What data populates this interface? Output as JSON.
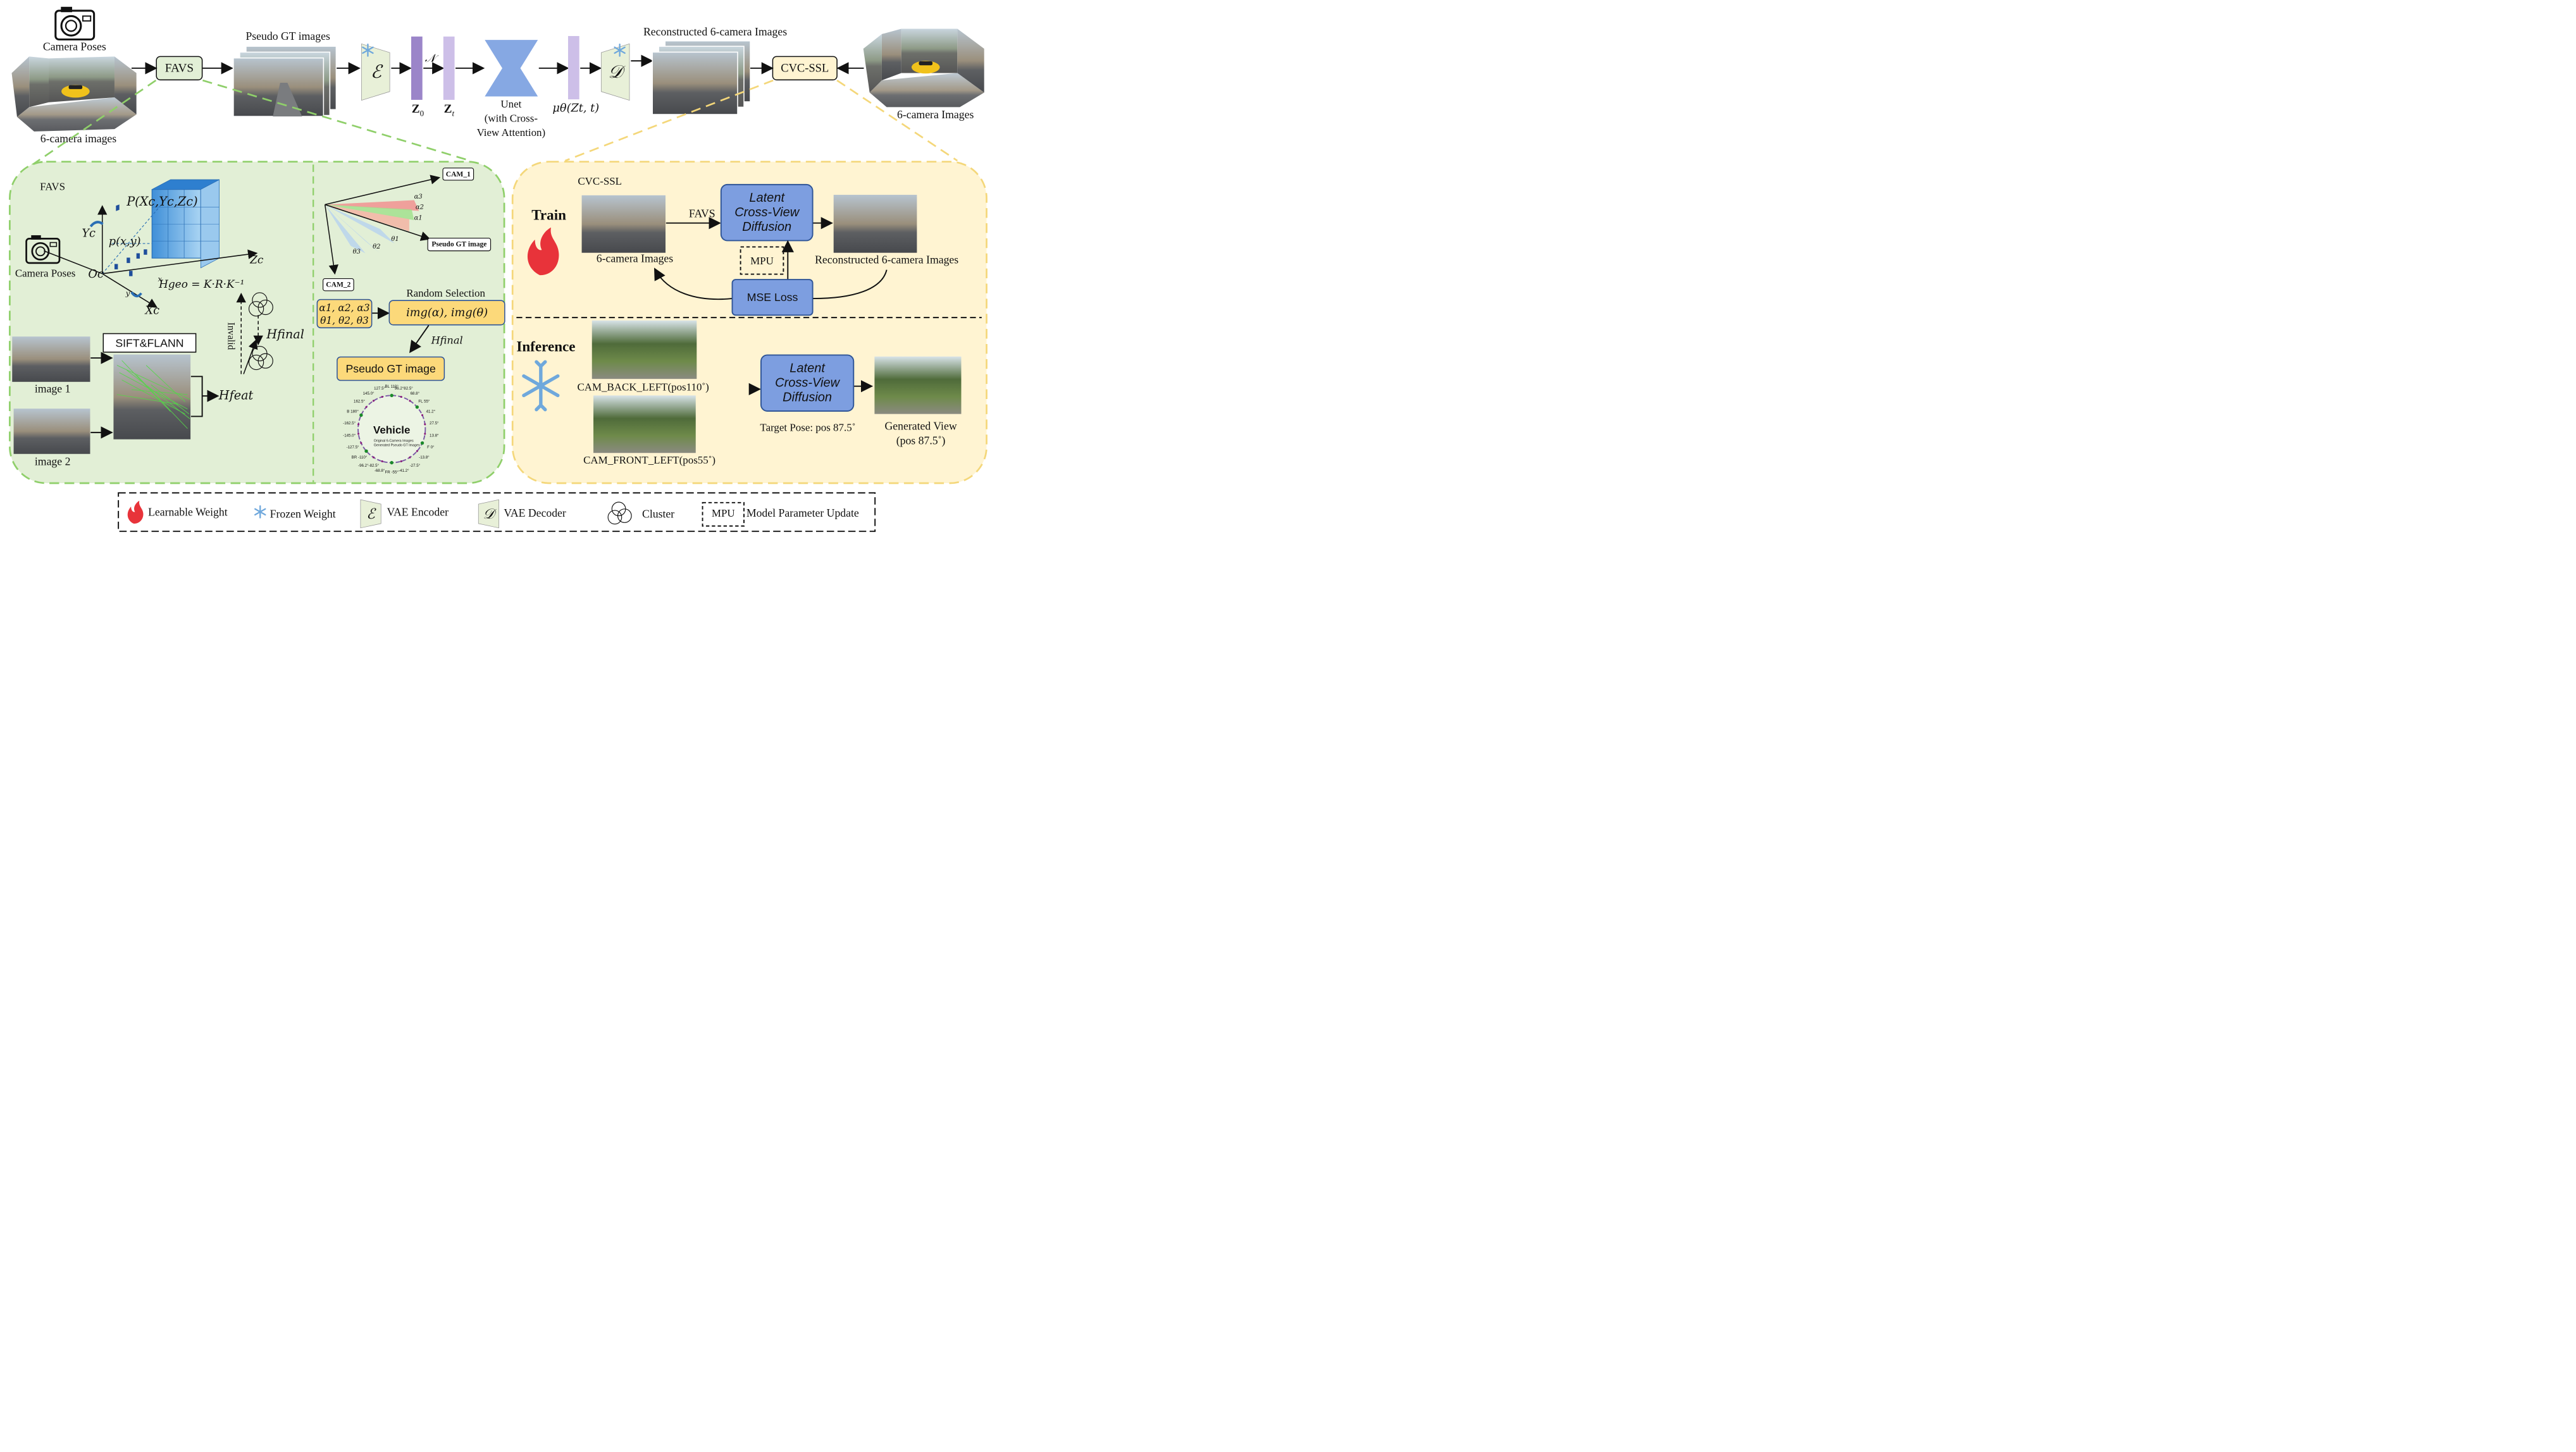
{
  "top": {
    "camera_poses": "Camera Poses",
    "six_camera_images": "6-camera images",
    "favs": "FAVS",
    "pseudo_gt_images": "Pseudo GT images",
    "encoder_symbol": "ℰ",
    "noise_symbol": "𝒩",
    "z0": "Z",
    "z0_sub": "0",
    "zt": "Z",
    "zt_sub": "t",
    "unet_line1": "Unet",
    "unet_line2": "(with Cross-",
    "unet_line3": "View Attention)",
    "mu_label": "μθ(Zt, t)",
    "decoder_symbol": "𝒟",
    "reconstructed": "Reconstructed 6-camera Images",
    "cvc_ssl": "CVC-SSL",
    "six_camera_images_right": "6-camera Images"
  },
  "favs_panel": {
    "title": "FAVS",
    "point_label": "P(Xc,Yc,Zc)",
    "yc": "Yc",
    "pxy": "p(x,y)",
    "zc": "Zc",
    "oc": "Oc",
    "xc": "Xc",
    "x": "x",
    "y": "y",
    "camera_poses": "Camera Poses",
    "hgeo": "Hgeo = K·R·K⁻¹",
    "invalid": "Invalid",
    "hfinal": "Hfinal",
    "sift": "SIFT&FLANN",
    "image1": "image 1",
    "image2": "image 2",
    "hfeat": "Hfeat"
  },
  "selection_panel": {
    "cam1": "CAM_1",
    "cam2": "CAM_2",
    "alpha3": "α3",
    "alpha2": "α2",
    "alpha1": "α1",
    "theta1": "θ1",
    "theta2": "θ2",
    "theta3": "θ3",
    "pseudo_gt_image_tag": "Pseudo GT image",
    "random_selection": "Random Selection",
    "alphas": "α1, α2, α3",
    "thetas": "θ1, θ2, θ3",
    "img_fn": "img(α), img(θ)",
    "hfinal": "Hfinal",
    "pseudo_gt_box": "Pseudo GT image",
    "vehicle": "Vehicle",
    "legend_orig": "Original 6-Camera Images",
    "legend_gen": "Generated Pseudo GT Images",
    "angle_labels": [
      "BL 110°",
      "96.2°82.5°",
      "68.8°",
      "FL 55°",
      "41.2°",
      "27.5°",
      "13.8°",
      "F 0°",
      "-13.8°",
      "-27.5°",
      "-41.2°",
      "FR -55°",
      "-68.8°",
      "-96.2°-82.5°",
      "BR -110°",
      "-127.5°",
      "-145.0°",
      "-162.5°",
      "B 180°",
      "162.5°",
      "145.0°",
      "127.5°"
    ]
  },
  "train_panel": {
    "cvc_ssl": "CVC-SSL",
    "train": "Train",
    "favs": "FAVS",
    "latent1": "Latent",
    "latent2": "Cross-View",
    "latent3": "Diffusion",
    "input_caption": "6-camera Images",
    "output_caption": "Reconstructed 6-camera Images",
    "mpu": "MPU",
    "mse": "MSE Loss"
  },
  "inference_panel": {
    "inference": "Inference",
    "cam_back_left": "CAM_BACK_LEFT(pos110˚)",
    "cam_front_left": "CAM_FRONT_LEFT(pos55˚)",
    "latent1": "Latent",
    "latent2": "Cross-View",
    "latent3": "Diffusion",
    "target_pose": "Target Pose: pos 87.5˚",
    "generated1": "Generated View",
    "generated2": "(pos 87.5˚)"
  },
  "legend": {
    "learnable": "Learnable Weight",
    "frozen": "Frozen Weight",
    "encoder_symbol": "ℰ",
    "encoder": "VAE Encoder",
    "decoder_symbol": "𝒟",
    "decoder": "VAE Decoder",
    "cluster": "Cluster",
    "mpu": "MPU",
    "mpu_full": "Model Parameter Update"
  },
  "colors": {
    "green_panel": "#e2efd6",
    "green_border": "#8fcf6a",
    "yellow_panel": "#fff4d2",
    "yellow_border": "#f4d77a",
    "blue_box": "#7d9ee0",
    "orange_box": "#fcd97a",
    "purple_dark": "#9b85c9",
    "purple_light": "#cdbfe8",
    "unet_blue": "#86a8e3",
    "flame_red": "#e8333a",
    "snow_blue": "#6fa8dc"
  }
}
